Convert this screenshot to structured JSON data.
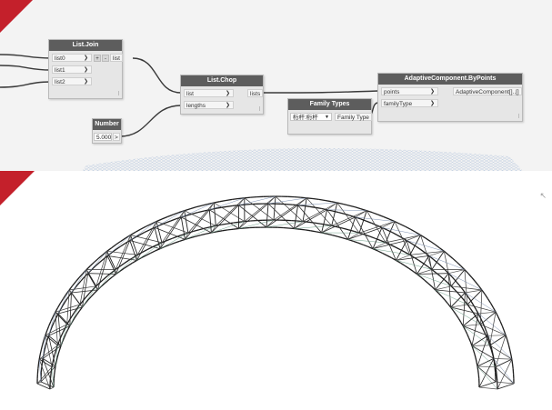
{
  "nodes": {
    "list_join": {
      "title": "List.Join",
      "inputs": [
        "list0",
        "list1",
        "list2"
      ],
      "output": "list",
      "plus": "+",
      "minus": "-"
    },
    "list_chop": {
      "title": "List.Chop",
      "inputs": [
        "list",
        "lengths"
      ],
      "output": "lists"
    },
    "number": {
      "title": "Number",
      "value": "5.000",
      "output": ">"
    },
    "family_types": {
      "title": "Family Types",
      "selected": "桁杆:桁杆",
      "output": "Family Type"
    },
    "adaptive": {
      "title": "AdaptiveComponent.ByPoints",
      "inputs": [
        "points",
        "familyType"
      ],
      "output": "AdaptiveComponent[]..[]"
    }
  },
  "colors": {
    "accent": "#c4202b",
    "node_title": "#5d5d5d",
    "canvas": "#f3f3f3"
  }
}
